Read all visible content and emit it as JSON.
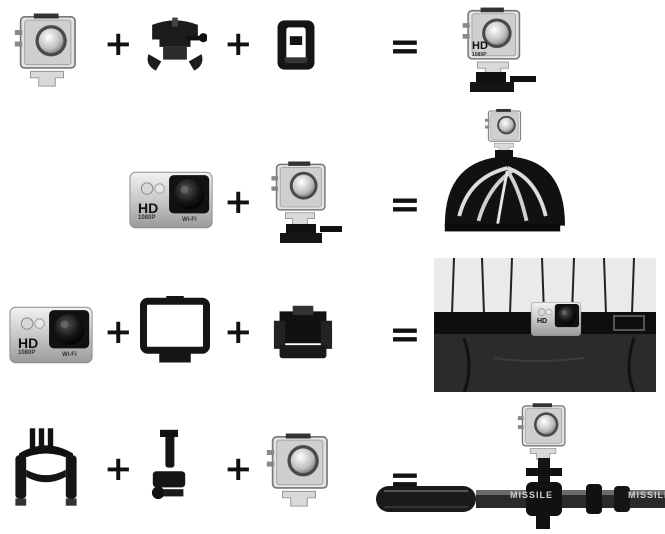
{
  "operators": {
    "plus": "+",
    "equals": "="
  },
  "camera": {
    "hd_label": "HD",
    "resolution_label": "1080P",
    "wifi_label": "Wi-Fi"
  },
  "handlebar": {
    "brand_label": "MISSILE"
  },
  "rows": [
    {
      "name": "housing-bracket-mount",
      "items": [
        "waterproof-housing",
        "quick-release-buckle",
        "flat-adhesive-mount"
      ],
      "result": "camera-with-mount"
    },
    {
      "name": "helmet-mount",
      "items": [
        "camera",
        "waterproof-housing-with-mount"
      ],
      "result": "camera-on-helmet"
    },
    {
      "name": "belt-clip",
      "items": [
        "camera",
        "frame-mount",
        "clip-mount"
      ],
      "result": "camera-on-belt"
    },
    {
      "name": "bike-handlebar",
      "items": [
        "handlebar-mount",
        "extension-arm",
        "waterproof-housing"
      ],
      "result": "camera-on-handlebar"
    }
  ]
}
